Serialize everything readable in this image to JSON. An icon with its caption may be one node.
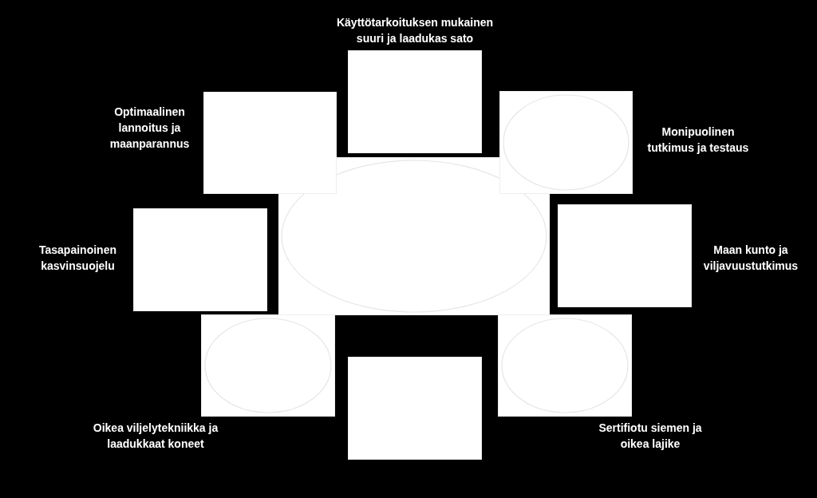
{
  "diagram": {
    "nodes": [
      {
        "text": [
          "Käyttötarkoituksen mukainen suuri ja laadukas sato"
        ]
      },
      {
        "text": [
          "Optimaalinen lannoitus ja maanparannus"
        ]
      },
      {
        "text": [
          "Monipuolinen tutkimus ja testaus"
        ]
      },
      {
        "text": [
          "Tasapainoinen kasvinsuojelu"
        ]
      },
      {
        "text": [
          "Maan kunto ja viljavuustutkimus"
        ]
      },
      {
        "text": [
          "Oikea viljelytekniikka ja laadukkaat koneet"
        ]
      },
      {
        "text": [
          "Sertifiotu siemen ja oikea lajike"
        ]
      },
      {
        "text": [],
        "shape": "box"
      },
      {
        "text": [],
        "shape": "circle"
      }
    ]
  }
}
